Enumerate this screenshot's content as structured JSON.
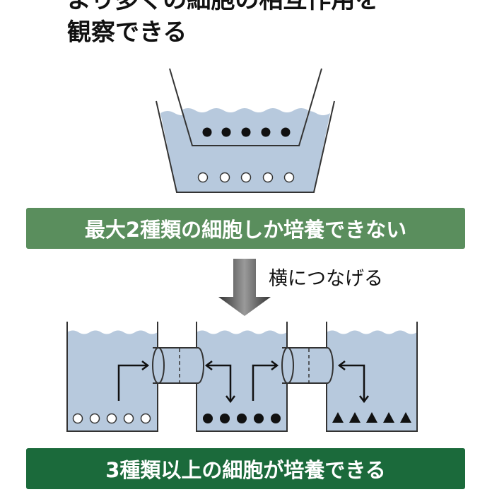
{
  "heading": {
    "line1": "より多くの細胞の相互作用を",
    "line2": "観察できる"
  },
  "diagram": {
    "top_caption": "最大2種類の細胞しか培養できない",
    "arrow_label": "横につなげる",
    "bottom_caption": "3種類以上の細胞が培養できる",
    "water_color": "#b7c9dd",
    "top_bar_color": "#5a8e5d",
    "bottom_bar_color": "#1b6a3b"
  }
}
